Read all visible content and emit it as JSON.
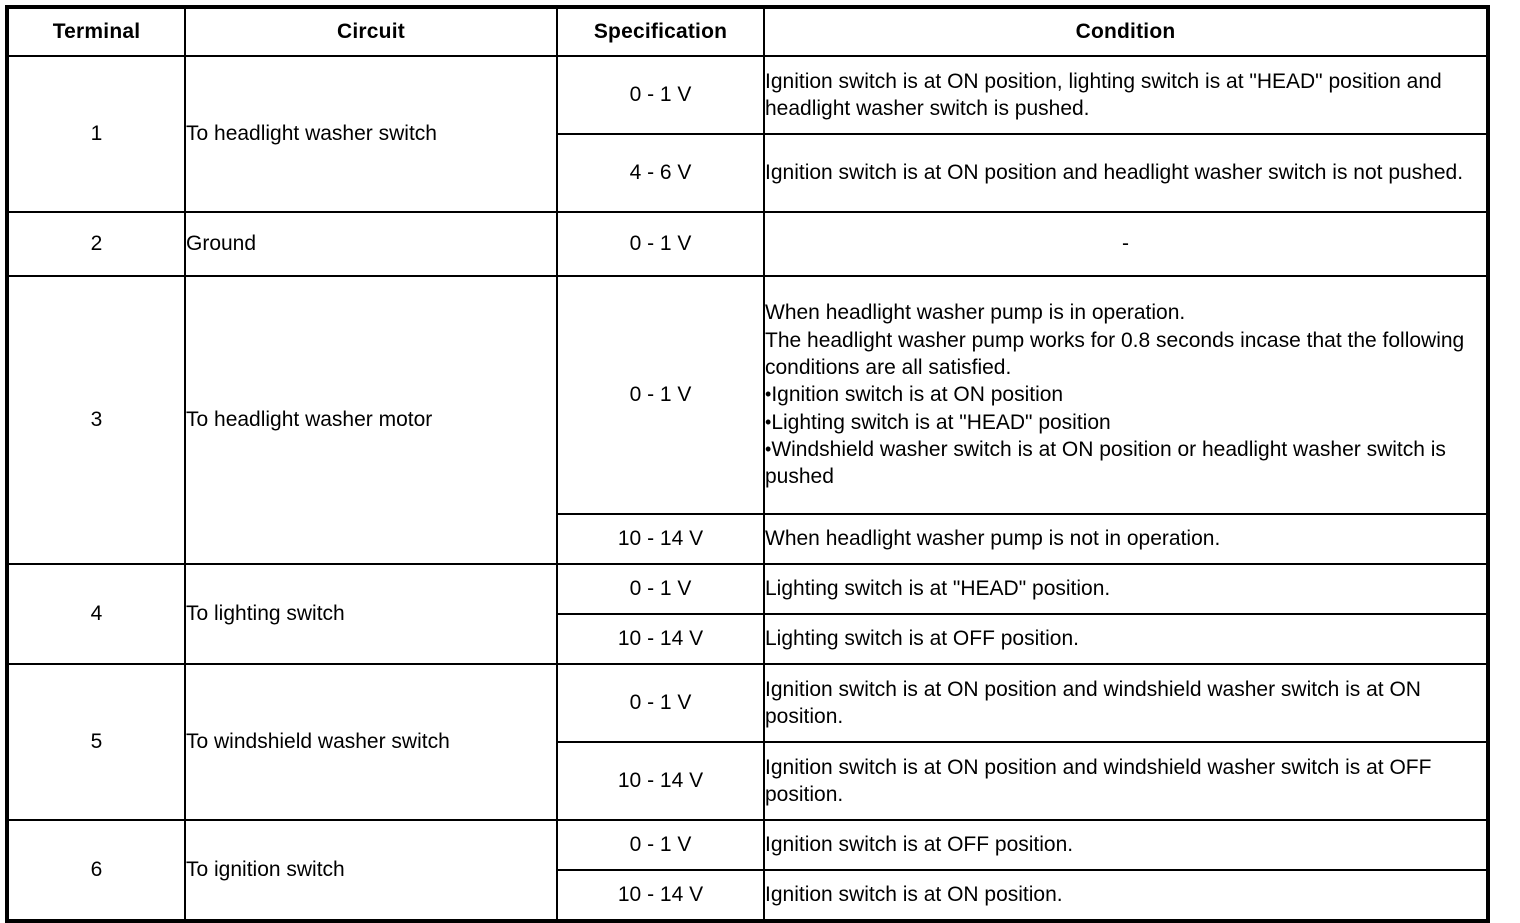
{
  "table": {
    "headers": {
      "terminal": "Terminal",
      "circuit": "Circuit",
      "specification": "Specification",
      "condition": "Condition"
    },
    "rows": [
      {
        "terminal": "1",
        "circuit": "To headlight washer switch",
        "entries": [
          {
            "specification": "0 - 1 V",
            "condition": "Ignition switch is at ON position, lighting switch is at \"HEAD\" position and headlight washer switch is pushed."
          },
          {
            "specification": "4 - 6 V",
            "condition": "Ignition switch is at ON position and headlight washer switch is not pushed."
          }
        ]
      },
      {
        "terminal": "2",
        "circuit": "Ground",
        "entries": [
          {
            "specification": "0 - 1 V",
            "condition": "-"
          }
        ]
      },
      {
        "terminal": "3",
        "circuit": "To headlight washer motor",
        "entries": [
          {
            "specification": "0 - 1 V",
            "condition_lines": [
              "When headlight washer pump is in operation.",
              "The headlight washer pump works for 0.8 seconds incase that the following conditions are all satisfied."
            ],
            "condition_bullets": [
              "Ignition switch is at ON position",
              "Lighting switch is at \"HEAD\" position",
              "Windshield washer switch is at ON position or headlight washer switch is pushed"
            ]
          },
          {
            "specification": "10 - 14 V",
            "condition": "When headlight washer pump is not in operation."
          }
        ]
      },
      {
        "terminal": "4",
        "circuit": "To lighting switch",
        "entries": [
          {
            "specification": "0 - 1 V",
            "condition": "Lighting switch is at \"HEAD\" position."
          },
          {
            "specification": "10 - 14 V",
            "condition": "Lighting switch is at OFF position."
          }
        ]
      },
      {
        "terminal": "5",
        "circuit": "To windshield washer switch",
        "entries": [
          {
            "specification": "0 - 1 V",
            "condition": "Ignition switch is at ON position and windshield washer switch is at ON position."
          },
          {
            "specification": "10 - 14 V",
            "condition": "Ignition switch is at ON position and windshield washer switch is at OFF position."
          }
        ]
      },
      {
        "terminal": "6",
        "circuit": "To ignition switch",
        "entries": [
          {
            "specification": "0 - 1 V",
            "condition": "Ignition switch is at OFF position."
          },
          {
            "specification": "10 - 14 V",
            "condition": "Ignition switch is at ON position."
          }
        ]
      }
    ],
    "bullet_glyph": "•",
    "colors": {
      "border": "#000000",
      "text": "#000000",
      "background": "#ffffff"
    }
  }
}
